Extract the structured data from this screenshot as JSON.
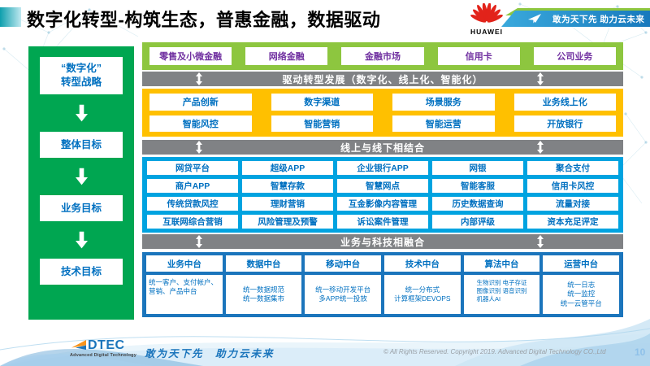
{
  "colors": {
    "sidebar_green": "#00A651",
    "light_green": "#8DC63F",
    "gray_bar": "#808285",
    "yellow": "#FFC000",
    "cyan": "#00A3E0",
    "dark_blue": "#1B75BC",
    "box_text_blue": "#0070C0",
    "box_text_purple": "#7030A0",
    "huawei_red": "#E2231A"
  },
  "header": {
    "title": "数字化转型-构筑生态，普惠金融，数据驱动",
    "huawei_label": "HUAWEI",
    "ribbon_slogan": "敢为天下先 助力云未来"
  },
  "sidebar": {
    "items": [
      {
        "label": "“数字化”\n转型战略"
      },
      {
        "label": "整体目标"
      },
      {
        "label": "业务目标"
      },
      {
        "label": "技术目标"
      }
    ]
  },
  "main": {
    "business_row": [
      "零售及小微金融",
      "网络金融",
      "金融市场",
      "信用卡",
      "公司业务"
    ],
    "bar1": "驱动转型发展（数字化、线上化、智能化）",
    "capability_rows": [
      [
        "产品创新",
        "数字渠道",
        "场景服务",
        "业务线上化"
      ],
      [
        "智能风控",
        "智能营销",
        "智能运营",
        "开放银行"
      ]
    ],
    "bar2": "线上与线下相结合",
    "online_rows": [
      [
        "网贷平台",
        "超级APP",
        "企业银行APP",
        "网银",
        "聚合支付"
      ],
      [
        "商户APP",
        "智慧存款",
        "智慧网点",
        "智能客服",
        "信用卡风控"
      ],
      [
        "传统贷款风控",
        "理财营销",
        "互金影像内容管理",
        "历史数据查询",
        "流量对接"
      ],
      [
        "互联网综合营销",
        "风险管理及预警",
        "诉讼案件管理",
        "内部评级",
        "资本充足评定"
      ]
    ],
    "bar3": "业务与科技相融合",
    "platforms": [
      {
        "title": "业务中台",
        "desc": "统一客户、支付帐户、营销、产品中台"
      },
      {
        "title": "数据中台",
        "desc": "统一数据规范\n统一数据集市"
      },
      {
        "title": "移动中台",
        "desc": "统一移动开发平台\n多APP统一投放"
      },
      {
        "title": "技术中台",
        "desc": "统一分布式\n计算框架DEVOPS"
      },
      {
        "title": "算法中台",
        "desc": "生物识别 电子存证\n图像识别 语音识别\n机器人AI"
      },
      {
        "title": "运营中台",
        "desc": "统一日志\n统一监控\n统一云管平台"
      }
    ]
  },
  "footer": {
    "dtec_label": "DTEC",
    "dtec_sub": "Advanced Digital Technology",
    "slogan": "敢为天下先　助力云未来",
    "copyright": "© All Rights Reserved. Copyright 2019. Advanced Digital Technology CO.,Ltd",
    "page_number": "10"
  }
}
